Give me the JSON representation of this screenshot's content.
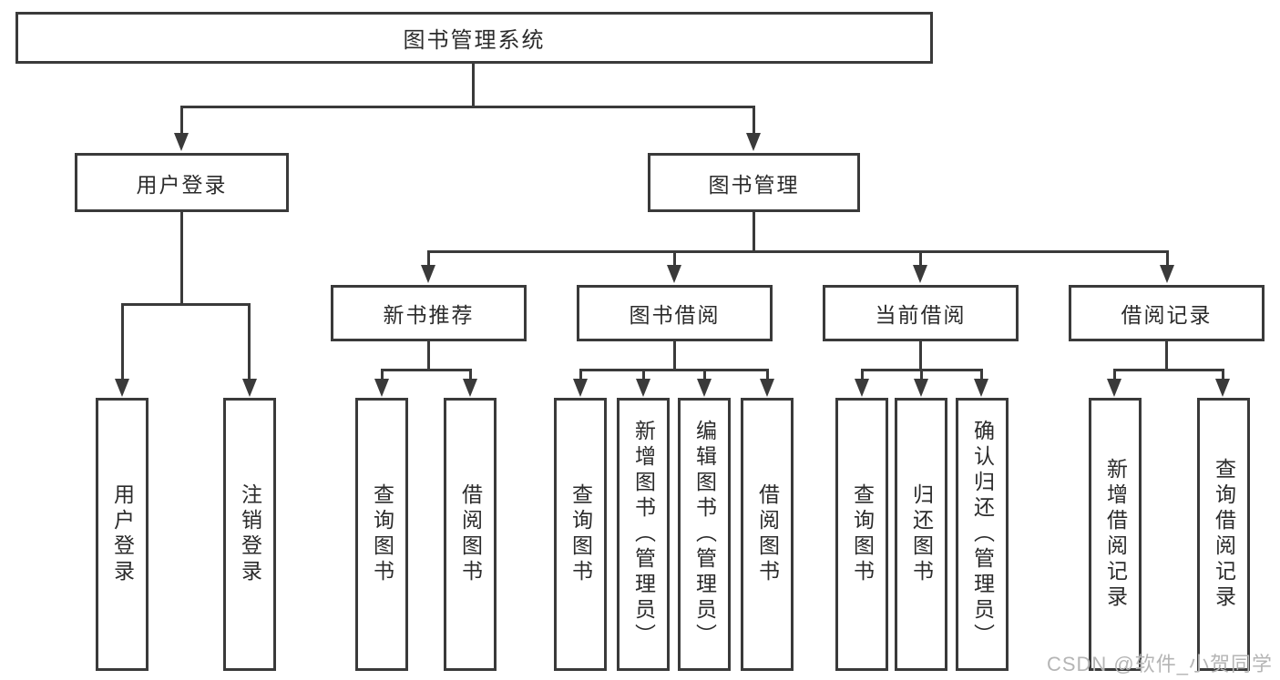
{
  "diagram": {
    "type": "hierarchy-tree",
    "colors": {
      "line": "#3a3a3a",
      "text": "#2b2b2b",
      "background": "#ffffff",
      "watermark": "#b5b5b5"
    },
    "watermark": "CSDN @软件_小贺同学",
    "tree": {
      "label": "图书管理系统",
      "children": [
        {
          "label": "用户登录",
          "children": [
            {
              "label": "用户登录"
            },
            {
              "label": "注销登录"
            }
          ]
        },
        {
          "label": "图书管理",
          "children": [
            {
              "label": "新书推荐",
              "children": [
                {
                  "label": "查询图书"
                },
                {
                  "label": "借阅图书"
                }
              ]
            },
            {
              "label": "图书借阅",
              "children": [
                {
                  "label": "查询图书"
                },
                {
                  "label": "新增图书（管理员）"
                },
                {
                  "label": "编辑图书（管理员）"
                },
                {
                  "label": "借阅图书"
                }
              ]
            },
            {
              "label": "当前借阅",
              "children": [
                {
                  "label": "查询图书"
                },
                {
                  "label": "归还图书"
                },
                {
                  "label": "确认归还（管理员）"
                }
              ]
            },
            {
              "label": "借阅记录",
              "children": [
                {
                  "label": "新增借阅记录"
                },
                {
                  "label": "查询借阅记录"
                }
              ]
            }
          ]
        }
      ]
    }
  }
}
